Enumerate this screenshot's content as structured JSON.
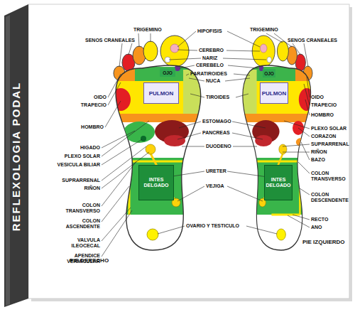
{
  "diagram": {
    "title": "REFLEXOLOGIA PODAL",
    "nodes": [
      {
        "text": [
          "PIE DERECHO"
        ]
      },
      {
        "text": [
          "OJO"
        ],
        "in": 0
      },
      {
        "text": [
          "PULMON"
        ],
        "in": 0
      },
      {
        "text": [
          "INTES DELGADO"
        ],
        "in": 0
      },
      {
        "text": [
          "PIE IZQUIERDO"
        ]
      },
      {
        "text": [
          "OJO"
        ],
        "in": 4
      },
      {
        "text": [
          "PULMON"
        ],
        "in": 4
      },
      {
        "text": [
          "INTES DELGADO"
        ],
        "in": 4
      }
    ],
    "labels": [
      "TRIGEMINO",
      "SENOS CRANEALES",
      "HIPOFISIS",
      "CEREBRO",
      "NARIZ",
      "CEREBELO",
      "PARATIROIDES",
      "NUCA",
      "TIROIDES",
      "ESTOMAGO",
      "PANCREAS",
      "DUODENO",
      "URETER",
      "VEJIGA",
      "OVARIO Y TESTICULO",
      "TRIGEMINO",
      "SENOS CRANEALES",
      "OIDO",
      "TRAPECIO",
      "HOMBRO",
      "HIGADO",
      "PLEXO SOLAR",
      "VESICULA BILIAR",
      "SUPRARRENAL",
      "RIÑON",
      "COLON TRANSVERSO",
      "COLON ASCENDENTE",
      "VALVULA ILEOCECAL",
      "APENDICE VERMICULAR",
      "OIDO",
      "TRAPECIO",
      "HOMBRO",
      "PLEXO SOLAR",
      "CORAZON",
      "SUPRARRENAL",
      "RIÑON",
      "BAZO",
      "COLON TRANSVERSO",
      "COLON DESCENDENTE",
      "RECTO",
      "ANO"
    ]
  }
}
